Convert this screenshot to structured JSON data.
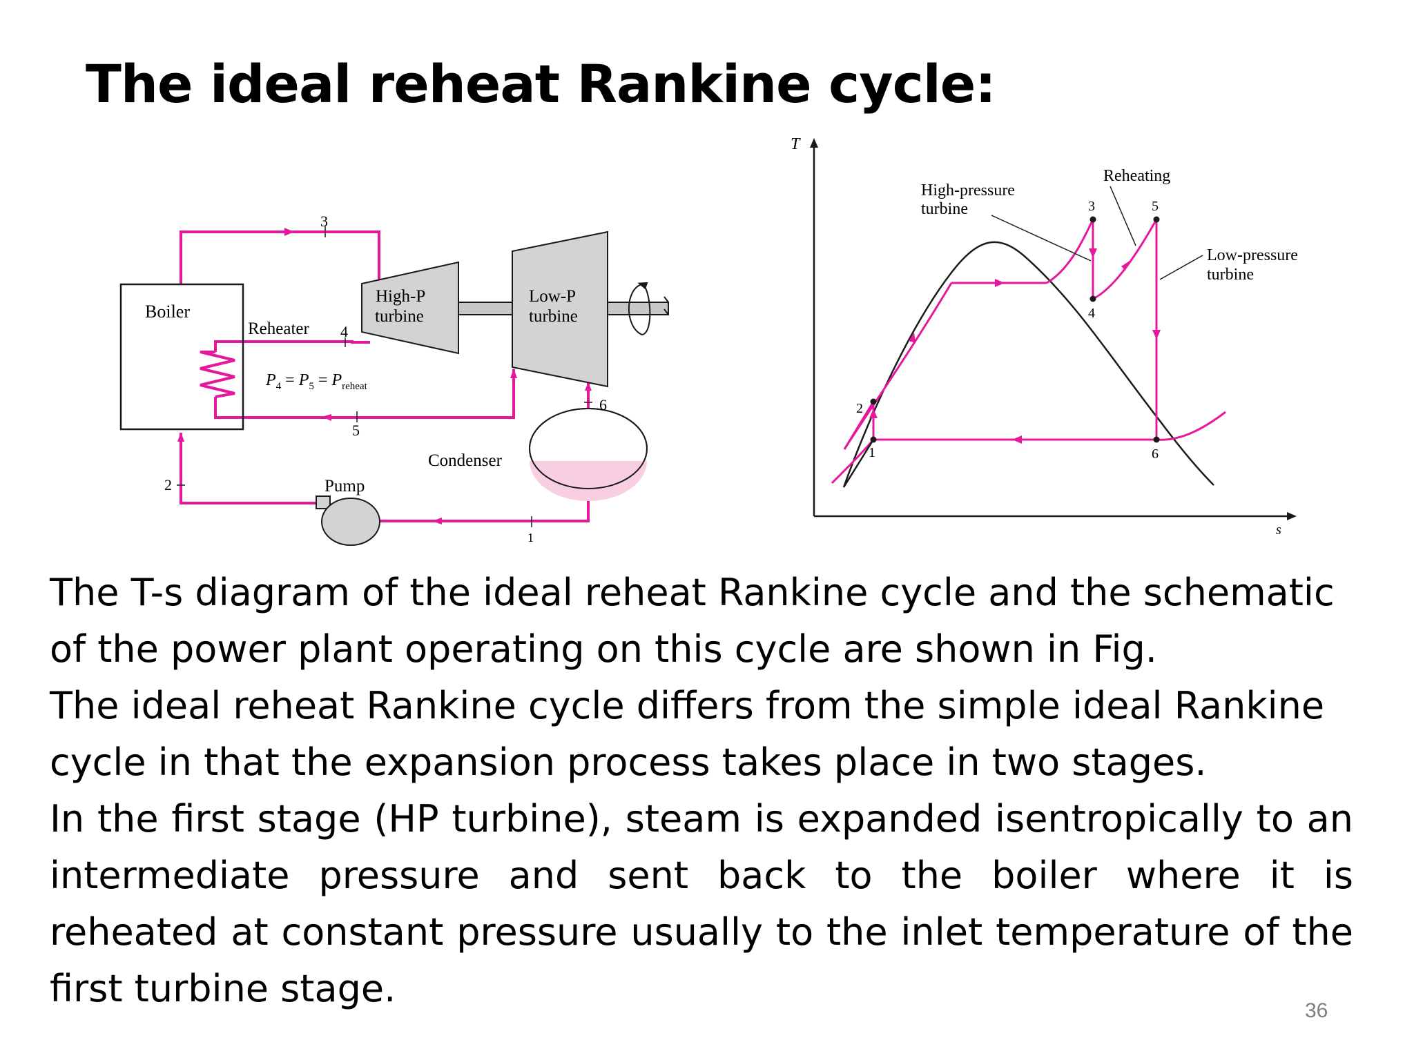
{
  "slide": {
    "title": "The ideal reheat Rankine cycle:",
    "page_number": "36"
  },
  "colors": {
    "cycle_line": "#e6189b",
    "outline": "#1a1a1a",
    "equipment_fill": "#d3d3d3",
    "condensate": "#f7cfe1"
  },
  "schematic": {
    "components": {
      "boiler": "Boiler",
      "reheater": "Reheater",
      "hp_turbine_line1": "High-P",
      "hp_turbine_line2": "turbine",
      "lp_turbine_line1": "Low-P",
      "lp_turbine_line2": "turbine",
      "condenser": "Condenser",
      "pump": "Pump"
    },
    "state_points": {
      "p1": "1",
      "p2": "2",
      "p3": "3",
      "p4": "4",
      "p5": "5",
      "p6": "6"
    },
    "equation": {
      "p4_sym": "P",
      "p4_sub": "4",
      "eq1": " = ",
      "p5_sym": "P",
      "p5_sub": "5",
      "eq2": " = ",
      "preheat_sym": "P",
      "preheat_sub": "reheat"
    }
  },
  "ts_diagram": {
    "axis_t": "T",
    "axis_s": "s",
    "label_hp_line1": "High-pressure",
    "label_hp_line2": "turbine",
    "label_reheating": "Reheating",
    "label_lp_line1": "Low-pressure",
    "label_lp_line2": "turbine",
    "state_points": {
      "p1": "1",
      "p2": "2",
      "p3": "3",
      "p4": "4",
      "p5": "5",
      "p6": "6"
    }
  },
  "body": {
    "para1": "The T-s diagram of the ideal reheat Rankine cycle and the schematic of the power plant operating on this cycle are shown in Fig.",
    "para2": "The ideal reheat Rankine cycle differs from the simple ideal Rankine cycle in that the expansion process takes place in two stages.",
    "para3": "In the first stage (HP turbine), steam is expanded isentropically to an intermediate pressure and sent back to the boiler where it is reheated at constant pressure usually to the inlet temperature of the first turbine stage."
  }
}
